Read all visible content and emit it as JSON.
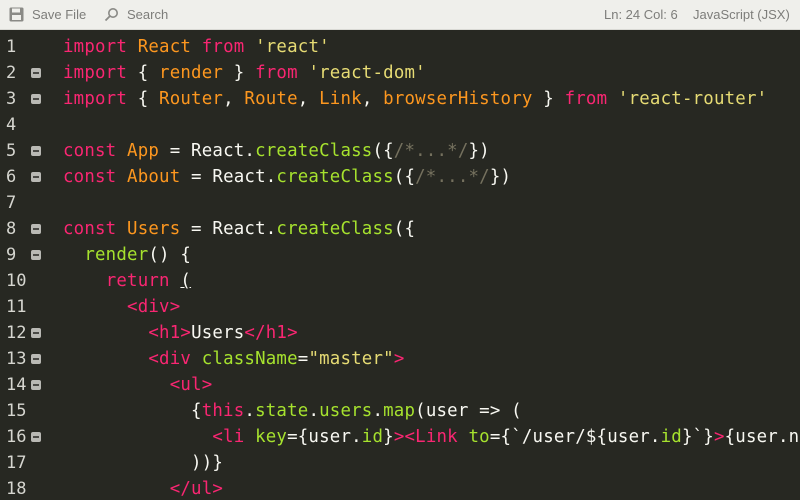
{
  "toolbar": {
    "save_label": "Save File",
    "save_icon": "floppy-disk-icon",
    "search_label": "Search",
    "search_icon": "magnifier-icon",
    "cursor_position": "Ln: 24 Col: 6",
    "language": "JavaScript (JSX)"
  },
  "editor": {
    "colors": {
      "background": "#272822",
      "keyword": "#f92672",
      "identifier": "#fd971f",
      "string": "#e6db74",
      "function": "#a6e22e",
      "comment": "#75715e",
      "plain": "#f8f8f2"
    },
    "lines": [
      {
        "n": "1",
        "fold": false,
        "tokens": [
          [
            "kw",
            "import"
          ],
          [
            "pl",
            " "
          ],
          [
            "id",
            "React"
          ],
          [
            "pl",
            " "
          ],
          [
            "kw",
            "from"
          ],
          [
            "pl",
            " "
          ],
          [
            "str",
            "'react'"
          ]
        ]
      },
      {
        "n": "2",
        "fold": true,
        "tokens": [
          [
            "kw",
            "import"
          ],
          [
            "pl",
            " { "
          ],
          [
            "id",
            "render"
          ],
          [
            "pl",
            " } "
          ],
          [
            "kw",
            "from"
          ],
          [
            "pl",
            " "
          ],
          [
            "str",
            "'react-dom'"
          ]
        ]
      },
      {
        "n": "3",
        "fold": true,
        "tokens": [
          [
            "kw",
            "import"
          ],
          [
            "pl",
            " { "
          ],
          [
            "id",
            "Router"
          ],
          [
            "pl",
            ", "
          ],
          [
            "id",
            "Route"
          ],
          [
            "pl",
            ", "
          ],
          [
            "id",
            "Link"
          ],
          [
            "pl",
            ", "
          ],
          [
            "id",
            "browserHistory"
          ],
          [
            "pl",
            " } "
          ],
          [
            "kw",
            "from"
          ],
          [
            "pl",
            " "
          ],
          [
            "str",
            "'react-router'"
          ]
        ]
      },
      {
        "n": "4",
        "fold": false,
        "tokens": []
      },
      {
        "n": "5",
        "fold": true,
        "tokens": [
          [
            "kw",
            "const"
          ],
          [
            "pl",
            " "
          ],
          [
            "id",
            "App"
          ],
          [
            "pl",
            " = React."
          ],
          [
            "fn",
            "createClass"
          ],
          [
            "pl",
            "({"
          ],
          [
            "cm",
            "/*...*/"
          ],
          [
            "pl",
            "})"
          ]
        ]
      },
      {
        "n": "6",
        "fold": true,
        "tokens": [
          [
            "kw",
            "const"
          ],
          [
            "pl",
            " "
          ],
          [
            "id",
            "About"
          ],
          [
            "pl",
            " = React."
          ],
          [
            "fn",
            "createClass"
          ],
          [
            "pl",
            "({"
          ],
          [
            "cm",
            "/*...*/"
          ],
          [
            "pl",
            "})"
          ]
        ]
      },
      {
        "n": "7",
        "fold": false,
        "tokens": []
      },
      {
        "n": "8",
        "fold": true,
        "tokens": [
          [
            "kw",
            "const"
          ],
          [
            "pl",
            " "
          ],
          [
            "id",
            "Users"
          ],
          [
            "pl",
            " = React."
          ],
          [
            "fn",
            "createClass"
          ],
          [
            "pl",
            "({"
          ]
        ]
      },
      {
        "n": "9",
        "fold": true,
        "tokens": [
          [
            "pl",
            "  "
          ],
          [
            "fn",
            "render"
          ],
          [
            "pl",
            "() {"
          ]
        ]
      },
      {
        "n": "10",
        "fold": false,
        "tokens": [
          [
            "pl",
            "    "
          ],
          [
            "kw",
            "return"
          ],
          [
            "pl",
            " "
          ],
          [
            "ul",
            "("
          ]
        ]
      },
      {
        "n": "11",
        "fold": false,
        "tokens": [
          [
            "pl",
            "      "
          ],
          [
            "tag",
            "<div>"
          ]
        ]
      },
      {
        "n": "12",
        "fold": true,
        "tokens": [
          [
            "pl",
            "        "
          ],
          [
            "tag",
            "<h1>"
          ],
          [
            "pl",
            "Users"
          ],
          [
            "tag",
            "</h1>"
          ]
        ]
      },
      {
        "n": "13",
        "fold": true,
        "tokens": [
          [
            "pl",
            "        "
          ],
          [
            "tag",
            "<div"
          ],
          [
            "pl",
            " "
          ],
          [
            "attr",
            "className"
          ],
          [
            "pl",
            "="
          ],
          [
            "str",
            "\"master\""
          ],
          [
            "tag",
            ">"
          ]
        ]
      },
      {
        "n": "14",
        "fold": true,
        "tokens": [
          [
            "pl",
            "          "
          ],
          [
            "tag",
            "<ul>"
          ]
        ]
      },
      {
        "n": "15",
        "fold": false,
        "tokens": [
          [
            "pl",
            "            {"
          ],
          [
            "kw",
            "this"
          ],
          [
            "pl",
            "."
          ],
          [
            "fn",
            "state"
          ],
          [
            "pl",
            "."
          ],
          [
            "fn",
            "users"
          ],
          [
            "pl",
            "."
          ],
          [
            "fn",
            "map"
          ],
          [
            "pl",
            "(user => ("
          ]
        ]
      },
      {
        "n": "16",
        "fold": true,
        "tokens": [
          [
            "pl",
            "              "
          ],
          [
            "tag",
            "<li"
          ],
          [
            "pl",
            " "
          ],
          [
            "attr",
            "key"
          ],
          [
            "pl",
            "={user."
          ],
          [
            "fn",
            "id"
          ],
          [
            "pl",
            "}"
          ],
          [
            "tag",
            "><Link"
          ],
          [
            "pl",
            " "
          ],
          [
            "attr",
            "to"
          ],
          [
            "pl",
            "={`/user/${user."
          ],
          [
            "fn",
            "id"
          ],
          [
            "pl",
            "}`}"
          ],
          [
            "tag",
            ">"
          ],
          [
            "pl",
            "{user.name}"
          ]
        ]
      },
      {
        "n": "17",
        "fold": false,
        "tokens": [
          [
            "pl",
            "            ))}"
          ]
        ]
      },
      {
        "n": "18",
        "fold": false,
        "tokens": [
          [
            "pl",
            "          "
          ],
          [
            "tag",
            "</ul>"
          ]
        ]
      }
    ]
  }
}
